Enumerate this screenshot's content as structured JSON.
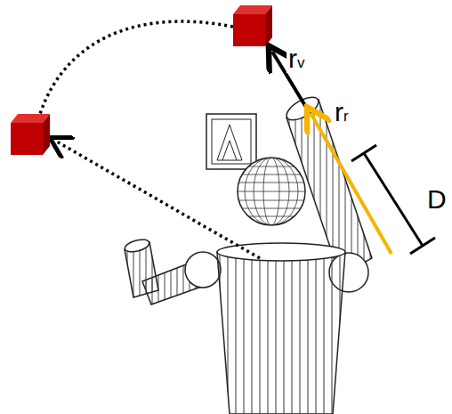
{
  "diagram": {
    "labels": [
      "rv",
      "rr",
      "D"
    ]
  }
}
